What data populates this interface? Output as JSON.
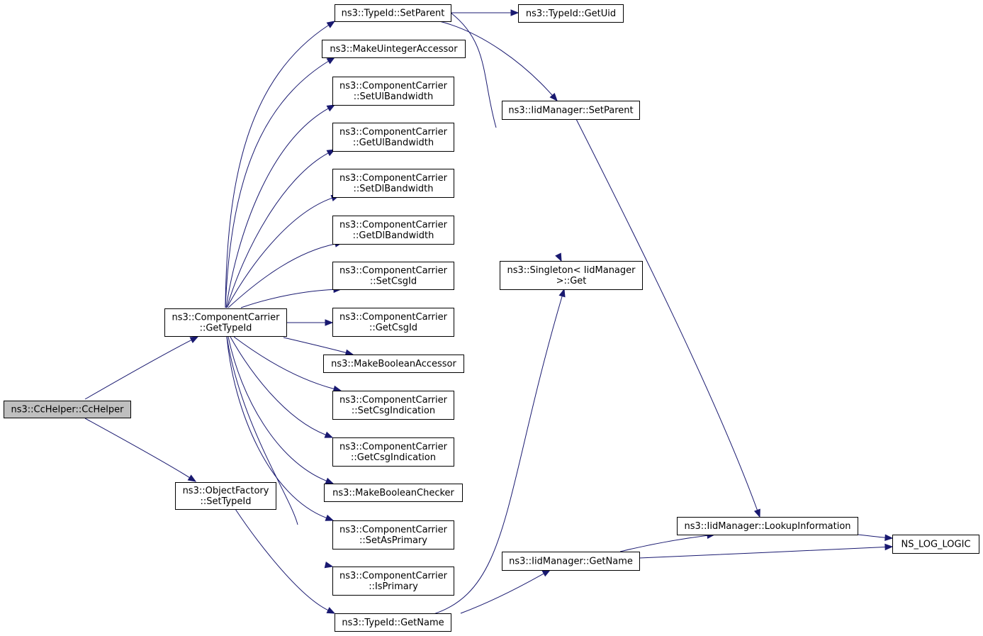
{
  "colors": {
    "edge": "#191970",
    "node_border": "#000000",
    "root_fill": "#bfbfbf",
    "node_fill": "#ffffff"
  },
  "nodes": [
    {
      "id": "cchelper",
      "lines": [
        "ns3::CcHelper::CcHelper"
      ],
      "root": true
    },
    {
      "id": "cc_gettypeid",
      "lines": [
        "ns3::ComponentCarrier",
        "::GetTypeId"
      ]
    },
    {
      "id": "of_settypeid",
      "lines": [
        "ns3::ObjectFactory",
        "::SetTypeId"
      ]
    },
    {
      "id": "tid_setparent",
      "lines": [
        "ns3::TypeId::SetParent"
      ]
    },
    {
      "id": "make_uint_acc",
      "lines": [
        "ns3::MakeUintegerAccessor"
      ]
    },
    {
      "id": "cc_setul",
      "lines": [
        "ns3::ComponentCarrier",
        "::SetUlBandwidth"
      ]
    },
    {
      "id": "cc_getul",
      "lines": [
        "ns3::ComponentCarrier",
        "::GetUlBandwidth"
      ]
    },
    {
      "id": "cc_setdl",
      "lines": [
        "ns3::ComponentCarrier",
        "::SetDlBandwidth"
      ]
    },
    {
      "id": "cc_getdl",
      "lines": [
        "ns3::ComponentCarrier",
        "::GetDlBandwidth"
      ]
    },
    {
      "id": "cc_setcsgid",
      "lines": [
        "ns3::ComponentCarrier",
        "::SetCsgId"
      ]
    },
    {
      "id": "cc_getcsgid",
      "lines": [
        "ns3::ComponentCarrier",
        "::GetCsgId"
      ]
    },
    {
      "id": "make_bool_acc",
      "lines": [
        "ns3::MakeBooleanAccessor"
      ]
    },
    {
      "id": "cc_setcsgind",
      "lines": [
        "ns3::ComponentCarrier",
        "::SetCsgIndication"
      ]
    },
    {
      "id": "cc_getcsgind",
      "lines": [
        "ns3::ComponentCarrier",
        "::GetCsgIndication"
      ]
    },
    {
      "id": "make_bool_chk",
      "lines": [
        "ns3::MakeBooleanChecker"
      ]
    },
    {
      "id": "cc_setasprimary",
      "lines": [
        "ns3::ComponentCarrier",
        "::SetAsPrimary"
      ]
    },
    {
      "id": "cc_isprimary",
      "lines": [
        "ns3::ComponentCarrier",
        "::IsPrimary"
      ]
    },
    {
      "id": "tid_getname",
      "lines": [
        "ns3::TypeId::GetName"
      ]
    },
    {
      "id": "tid_getuid",
      "lines": [
        "ns3::TypeId::GetUid"
      ]
    },
    {
      "id": "iid_setparent",
      "lines": [
        "ns3::IidManager::SetParent"
      ]
    },
    {
      "id": "singleton_get",
      "lines": [
        "ns3::Singleton< IidManager",
        ">::Get"
      ]
    },
    {
      "id": "iid_getname",
      "lines": [
        "ns3::IidManager::GetName"
      ]
    },
    {
      "id": "iid_lookup",
      "lines": [
        "ns3::IidManager::LookupInformation"
      ]
    },
    {
      "id": "ns_log_logic",
      "lines": [
        "NS_LOG_LOGIC"
      ]
    }
  ],
  "edges": [
    [
      "cchelper",
      "cc_gettypeid"
    ],
    [
      "cchelper",
      "of_settypeid"
    ],
    [
      "cc_gettypeid",
      "tid_setparent"
    ],
    [
      "cc_gettypeid",
      "make_uint_acc"
    ],
    [
      "cc_gettypeid",
      "cc_setul"
    ],
    [
      "cc_gettypeid",
      "cc_getul"
    ],
    [
      "cc_gettypeid",
      "cc_setdl"
    ],
    [
      "cc_gettypeid",
      "cc_getdl"
    ],
    [
      "cc_gettypeid",
      "cc_setcsgid"
    ],
    [
      "cc_gettypeid",
      "cc_getcsgid"
    ],
    [
      "cc_gettypeid",
      "make_bool_acc"
    ],
    [
      "cc_gettypeid",
      "cc_setcsgind"
    ],
    [
      "cc_gettypeid",
      "cc_getcsgind"
    ],
    [
      "cc_gettypeid",
      "make_bool_chk"
    ],
    [
      "cc_gettypeid",
      "cc_setasprimary"
    ],
    [
      "cc_gettypeid",
      "cc_isprimary"
    ],
    [
      "of_settypeid",
      "tid_getname"
    ],
    [
      "tid_setparent",
      "tid_getuid"
    ],
    [
      "tid_setparent",
      "iid_setparent"
    ],
    [
      "tid_setparent",
      "singleton_get"
    ],
    [
      "iid_setparent",
      "iid_lookup"
    ],
    [
      "tid_getname",
      "singleton_get"
    ],
    [
      "tid_getname",
      "iid_getname"
    ],
    [
      "iid_getname",
      "iid_lookup"
    ],
    [
      "iid_getname",
      "ns_log_logic"
    ],
    [
      "iid_lookup",
      "ns_log_logic"
    ]
  ]
}
